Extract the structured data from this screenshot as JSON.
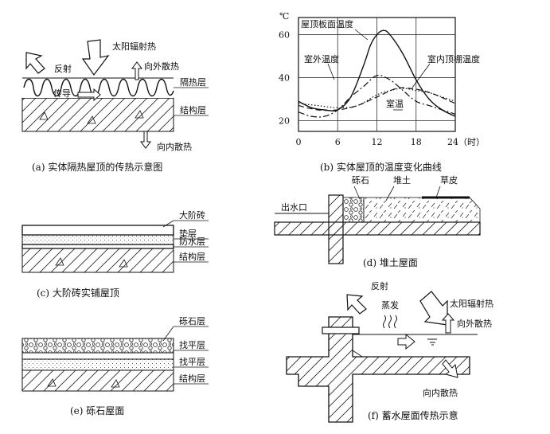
{
  "panels": {
    "a": {
      "caption": "(a) 实体隔热屋顶的传热示意图",
      "labels": {
        "reflect": "反射",
        "solar": "太阳辐射热",
        "outward": "向外散热",
        "insulation": "隔热层",
        "conduction": "传导",
        "structure": "结构层",
        "inward": "向内散热"
      }
    },
    "b": {
      "caption": "(b) 实体屋顶的温度变化曲线",
      "unit_label": "℃",
      "hour_label": "24（时）",
      "labels": {
        "roof_surface": "屋顶板面温度",
        "outdoor": "室外温度",
        "ceiling": "室内顶棚温度",
        "room": "室温"
      }
    },
    "c": {
      "caption": "(c) 大阶砖实铺屋顶",
      "labels": {
        "tile": "大阶砖",
        "cushion": "垫层",
        "waterproof": "防水层",
        "structure": "结构层"
      }
    },
    "d": {
      "caption": "(d) 堆土屋面",
      "labels": {
        "gravel": "砾石",
        "soil": "堆土",
        "grass": "草皮",
        "outlet": "出水口"
      }
    },
    "e": {
      "caption": "(e) 砾石屋面",
      "labels": {
        "gravel": "砾石层",
        "screed1": "找平层",
        "screed2": "找平层",
        "structure": "结构层"
      }
    },
    "f": {
      "caption": "(f) 蓄水屋面传热示意",
      "labels": {
        "reflect": "反射",
        "evap": "蒸发",
        "solar": "太阳辐射热",
        "outward": "向外散热",
        "inward": "向内散热"
      }
    }
  },
  "chart_data": {
    "type": "line",
    "x_ticks": [
      "0",
      "6",
      "12",
      "18"
    ],
    "y_ticks": [
      "20",
      "40",
      "60"
    ],
    "xlim": [
      0,
      24
    ],
    "ylim": [
      15,
      68
    ],
    "grid": true,
    "series": [
      {
        "name": "屋顶板面温度",
        "style": "solid",
        "x": [
          0,
          2,
          4,
          6,
          8,
          10,
          11,
          12,
          13,
          14,
          16,
          18,
          20,
          22,
          24
        ],
        "y": [
          29,
          26,
          25,
          25,
          31,
          46,
          55,
          60,
          62,
          60,
          51,
          39,
          30,
          25,
          22
        ]
      },
      {
        "name": "室外温度",
        "style": "dashdot",
        "x": [
          0,
          2,
          4,
          6,
          8,
          10,
          12,
          14,
          16,
          18,
          20,
          22,
          24
        ],
        "y": [
          24,
          22,
          22,
          25,
          31,
          36,
          41,
          39,
          34,
          29,
          27,
          25,
          23
        ]
      },
      {
        "name": "室内顶棚温度",
        "style": "dotted",
        "x": [
          0,
          3,
          6,
          9,
          12,
          14,
          16,
          18,
          20,
          22,
          24
        ],
        "y": [
          28,
          27,
          26,
          27,
          32,
          34,
          35,
          34,
          33,
          31,
          29
        ]
      },
      {
        "name": "室温",
        "style": "dashed",
        "x": [
          0,
          3,
          6,
          9,
          12,
          15,
          17,
          19,
          21,
          24
        ],
        "y": [
          27,
          25,
          25,
          27,
          31,
          35,
          35,
          34,
          32,
          28
        ]
      }
    ]
  }
}
